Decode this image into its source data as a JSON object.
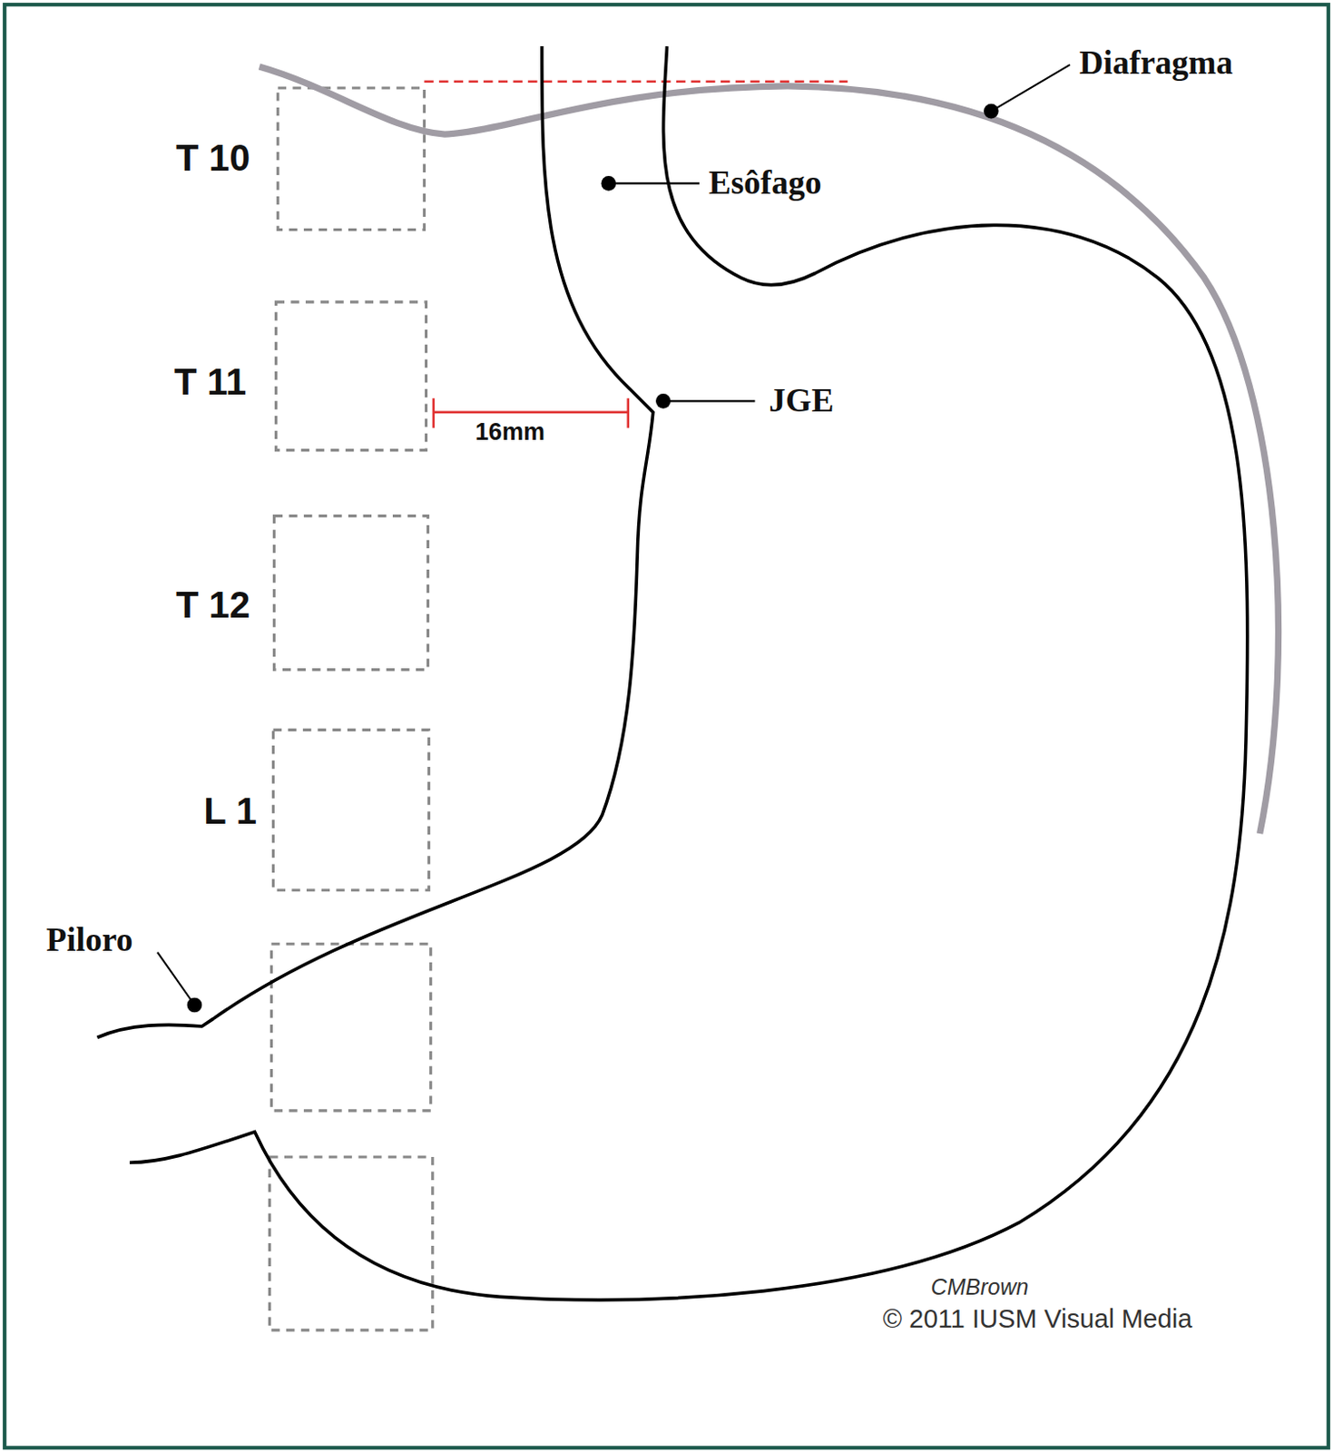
{
  "diagram": {
    "labels": [
      "Diafragma",
      "T 10",
      "Esôfago",
      "T 11",
      "JGE",
      "16mm",
      "T 12",
      "L 1",
      "Piloro",
      "CMBrown",
      "© 2011 IUSM Visual Media"
    ]
  }
}
